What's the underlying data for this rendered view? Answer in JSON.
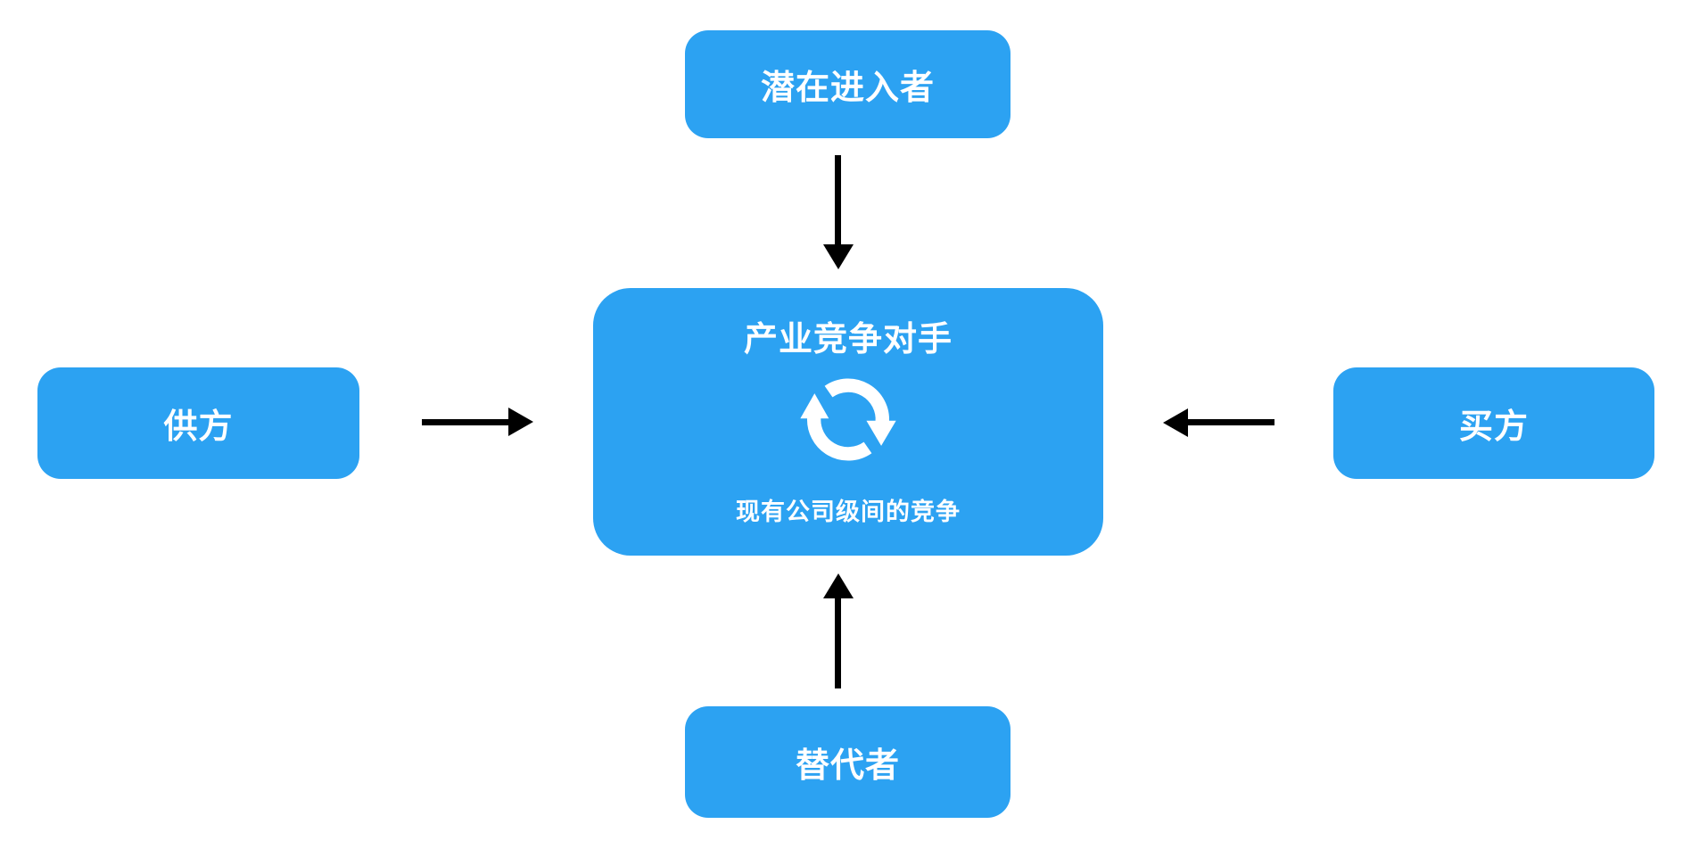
{
  "diagram": {
    "type": "five-forces",
    "colors": {
      "background": "#FFFFFF",
      "node_fill": "#2CA2F2",
      "node_text": "#FFFFFF",
      "arrow": "#000000"
    },
    "nodes": {
      "top": {
        "label": "潜在进入者"
      },
      "left": {
        "label": "供方"
      },
      "right": {
        "label": "买方"
      },
      "bottom": {
        "label": "替代者"
      },
      "center": {
        "title": "产业竞争对手",
        "subtitle": "现有公司级间的竞争",
        "icon": "sync-cycle-icon"
      }
    },
    "arrows": [
      {
        "from": "top",
        "to": "center",
        "direction": "down"
      },
      {
        "from": "bottom",
        "to": "center",
        "direction": "up"
      },
      {
        "from": "left",
        "to": "center",
        "direction": "right"
      },
      {
        "from": "right",
        "to": "center",
        "direction": "left"
      }
    ]
  }
}
